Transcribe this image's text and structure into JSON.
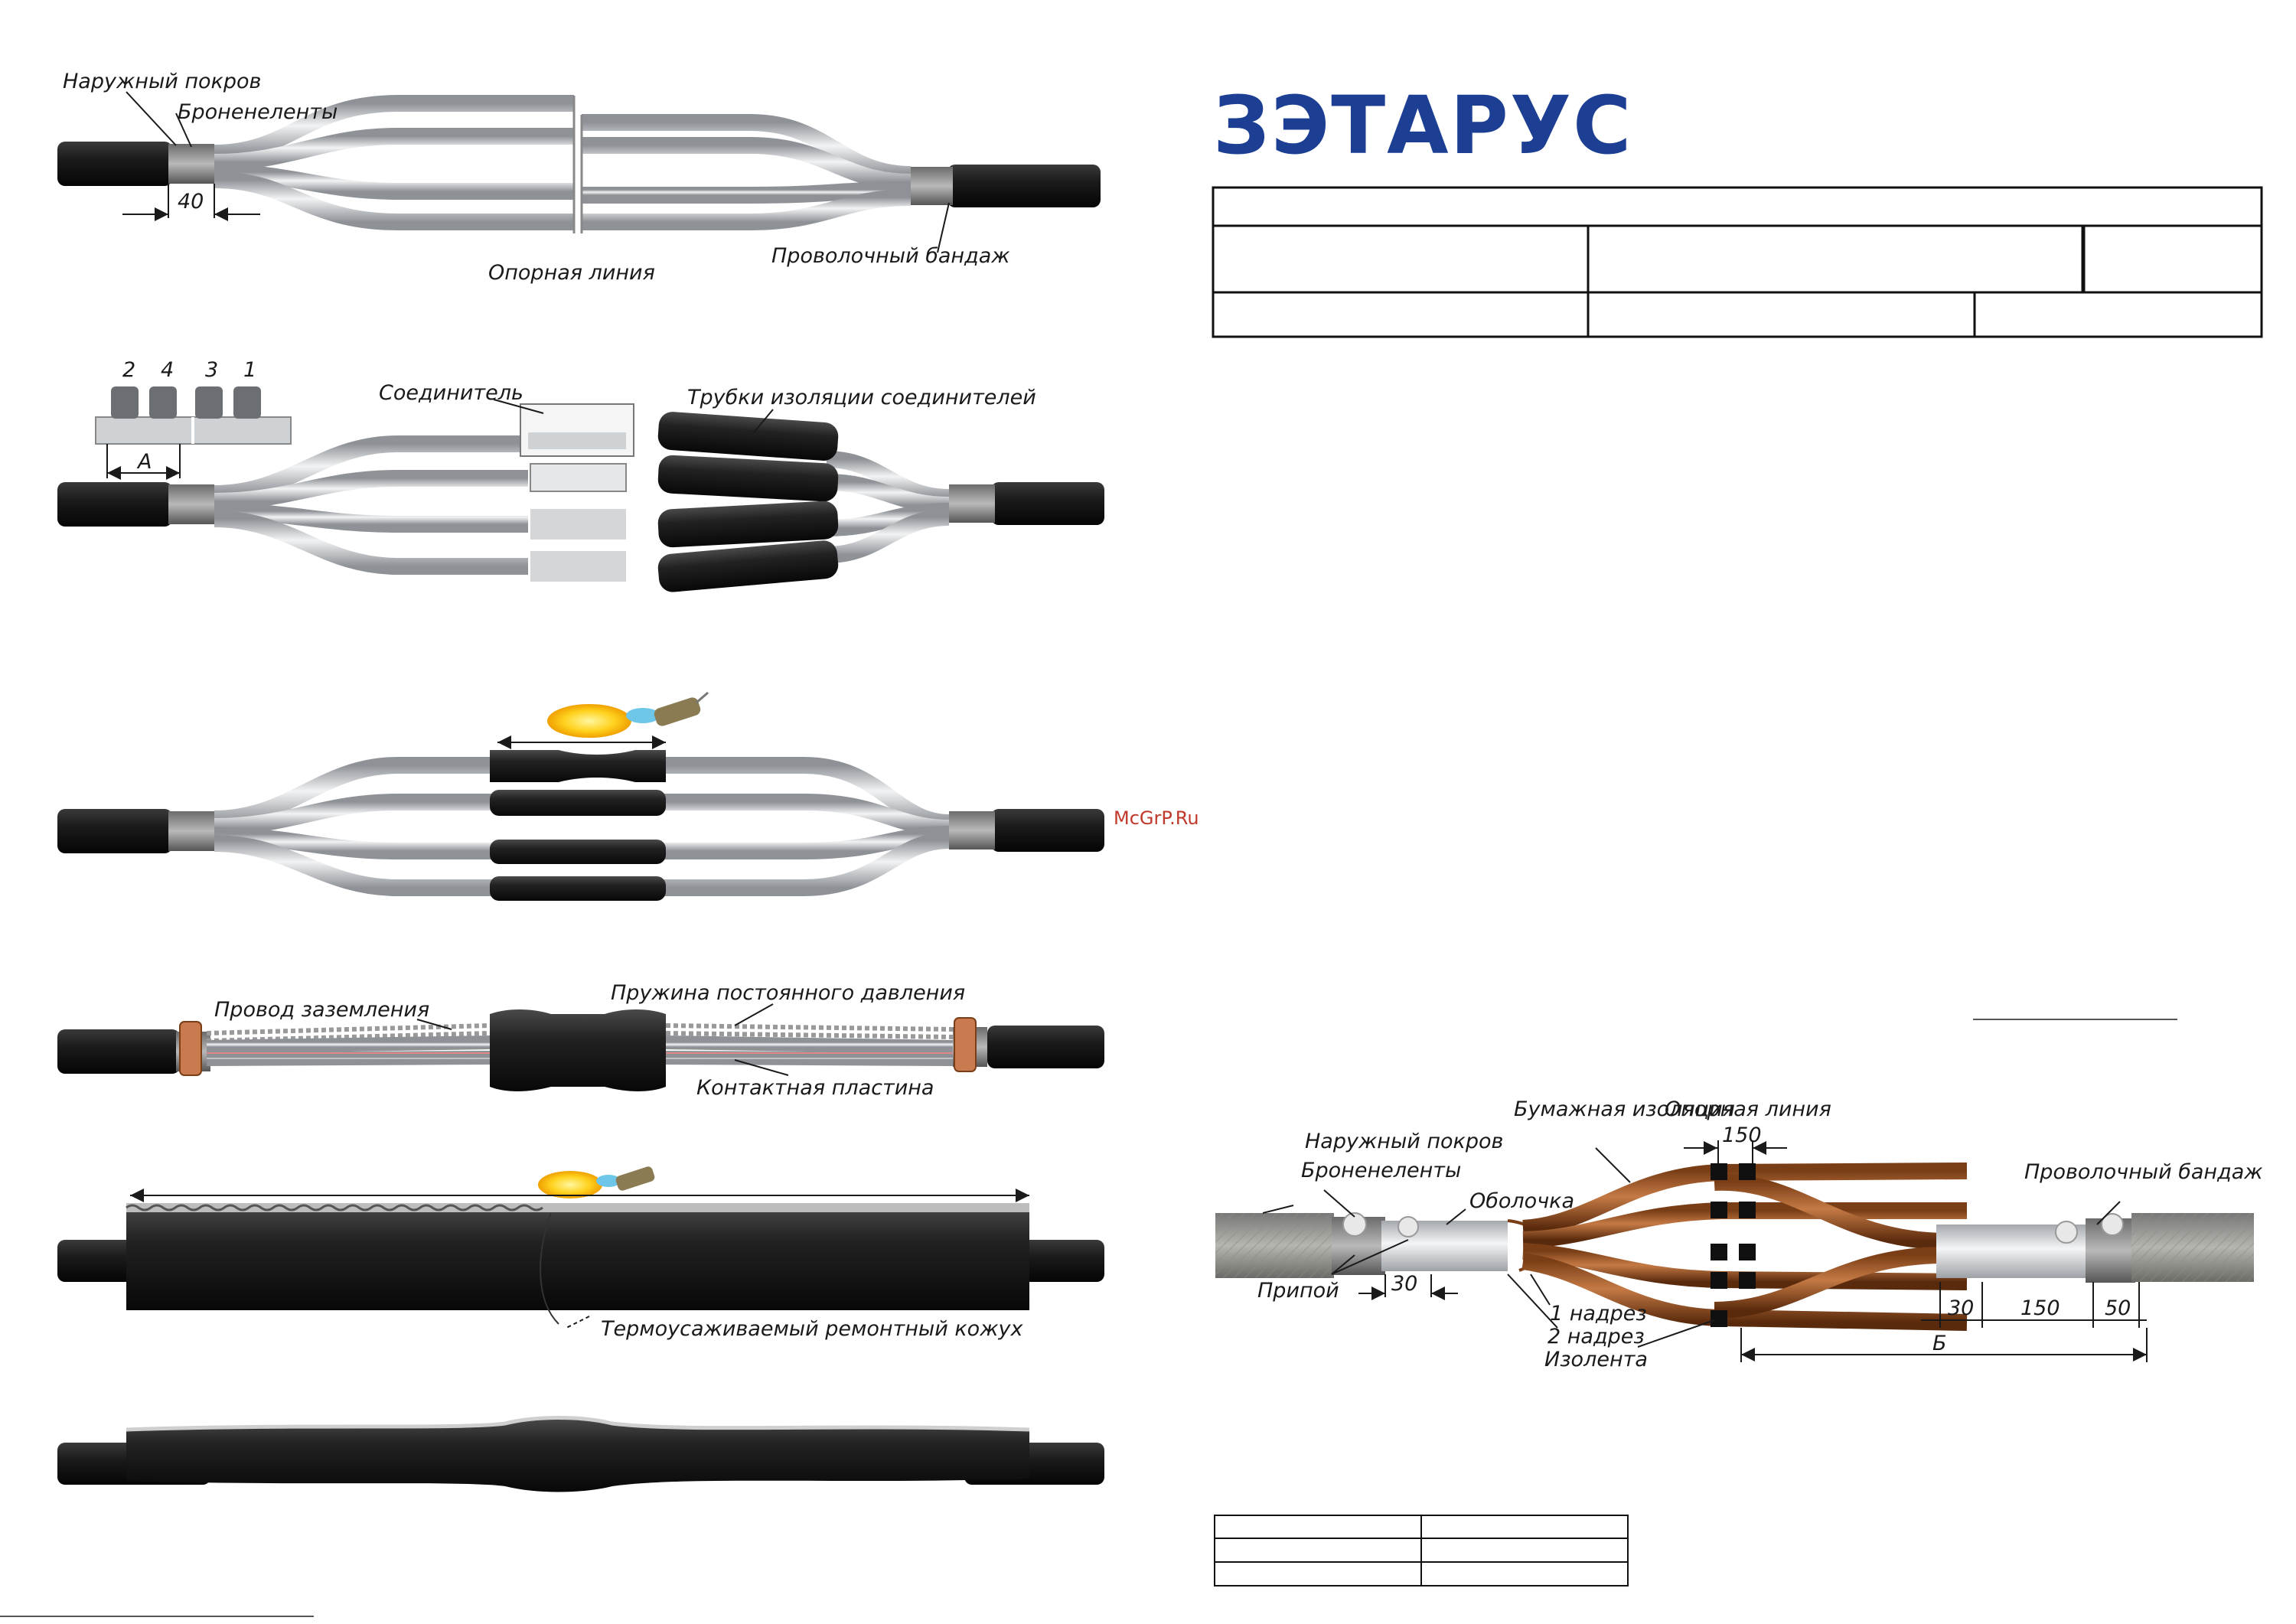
{
  "brand": {
    "logo_text": "ЗЭТАРУС",
    "color": "#1c3f94"
  },
  "watermark": "McGrP.Ru",
  "colors": {
    "cable_black": "#141414",
    "conductor_gray": "#c9ccd0",
    "heatshrink": "#1e1e1e",
    "paper_brown": "#8a4a22",
    "copper": "#c97a4f",
    "flame": "#ffd21e"
  },
  "step1": {
    "outer_cover": "Наружный покров",
    "armor_tapes": "Броненеленты",
    "dim_40": "40",
    "reference_line": "Опорная линия",
    "wire_band": "Проволочный бандаж"
  },
  "step2": {
    "connector": "Соединитель",
    "insulation_tubes": "Трубки изоляции соединителей",
    "dim_a": "A",
    "phase_numbers": [
      "2",
      "4",
      "3",
      "1"
    ]
  },
  "step4": {
    "ground_wire": "Провод заземления",
    "spring": "Пружина постоянного давления",
    "contact_plate": "Контактная пластина"
  },
  "step5": {
    "repair_sleeve": "Термоусаживаемый ремонтный кожух"
  },
  "detail": {
    "outer_cover": "Наружный покров",
    "armor_tapes": "Броненеленты",
    "paper_insulation": "Бумажная изоляция",
    "reference_line": "Опорная линия",
    "sheath": "Оболочка",
    "wire_band": "Проволочный бандаж",
    "solder": "Припой",
    "cut1": "1 надрез",
    "cut2": "2 надрез",
    "tape": "Изолента",
    "dims": {
      "d30a": "30",
      "d150top": "150",
      "d30b": "30",
      "d150b": "150",
      "d50": "50",
      "db": "Б"
    }
  }
}
